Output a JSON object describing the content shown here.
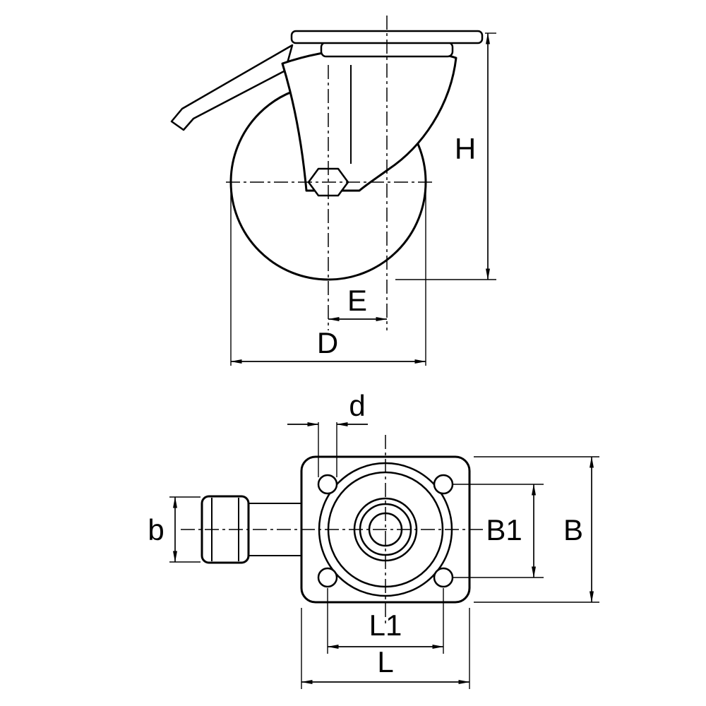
{
  "colors": {
    "line": "#000000",
    "background": "#ffffff"
  },
  "labels": {
    "overall_height": "H",
    "swivel_offset": "E",
    "wheel_diameter": "D",
    "bolt_hole_diameter": "d",
    "wheel_width": "b",
    "bolt_spacing_width": "B1",
    "plate_width": "B",
    "bolt_spacing_length": "L1",
    "plate_length": "L"
  }
}
